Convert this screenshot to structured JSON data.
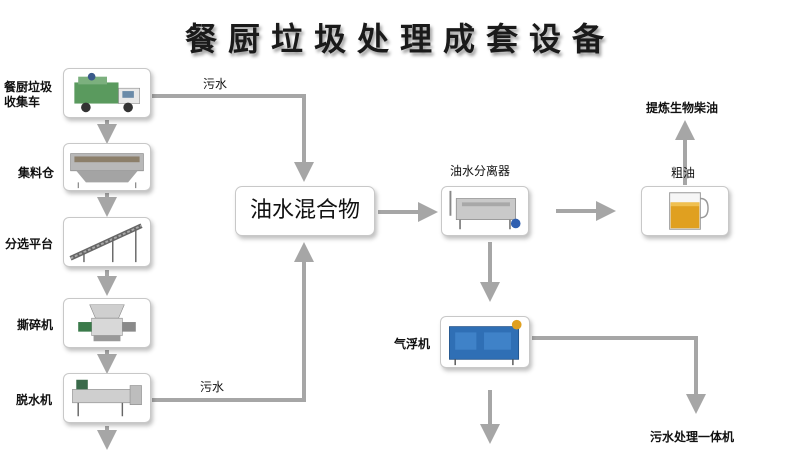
{
  "title": "餐厨垃圾处理成套设备",
  "stages": {
    "truck": "餐厨垃圾收集车",
    "storage": "集料仓",
    "sorting": "分选平台",
    "shredder": "撕碎机",
    "dewater": "脱水机"
  },
  "center_node": "油水混合物",
  "separator": "油水分离器",
  "crude_oil": "粗油",
  "biodiesel": "提炼生物柴油",
  "flotation": "气浮机",
  "wastewater_unit": "污水处理一体机",
  "edge_labels": {
    "wastewater_top": "污水",
    "wastewater_bottom": "污水"
  },
  "colors": {
    "arrow": "#a6a6a6",
    "flotation_blue": "#2f6fb5",
    "oil_amber": "#e0a020"
  }
}
